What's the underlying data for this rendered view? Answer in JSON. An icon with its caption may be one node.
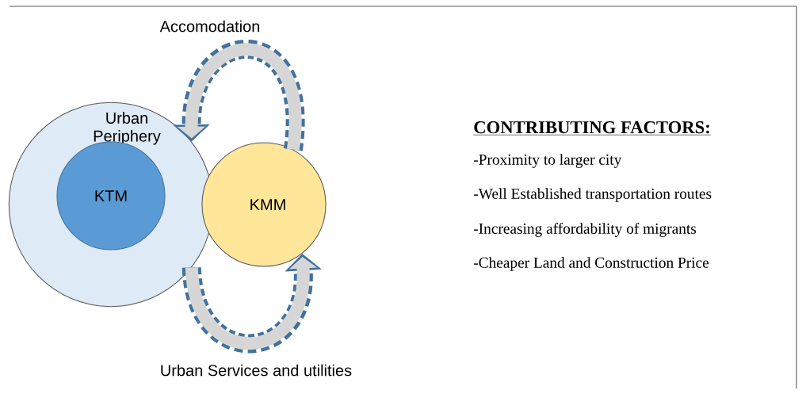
{
  "diagram": {
    "nodes": [
      {
        "text": [
          "Urban Periphery"
        ]
      },
      {
        "text": [
          "KTM"
        ],
        "in": 0
      },
      {
        "text": [
          "KMM"
        ]
      }
    ],
    "edges": [
      {
        "from": 2,
        "to": 0,
        "arrow": "to",
        "label": "Accomodation",
        "style": "dashed"
      },
      {
        "from": 0,
        "to": 2,
        "arrow": "to",
        "label": "Urban Services and utilities",
        "style": "dashed"
      }
    ],
    "labels": [
      "CONTRIBUTING  FACTORS:",
      "-Proximity to larger city",
      "-Well Established transportation routes",
      "-Increasing affordability of migrants",
      "-Cheaper Land and Construction Price"
    ]
  }
}
